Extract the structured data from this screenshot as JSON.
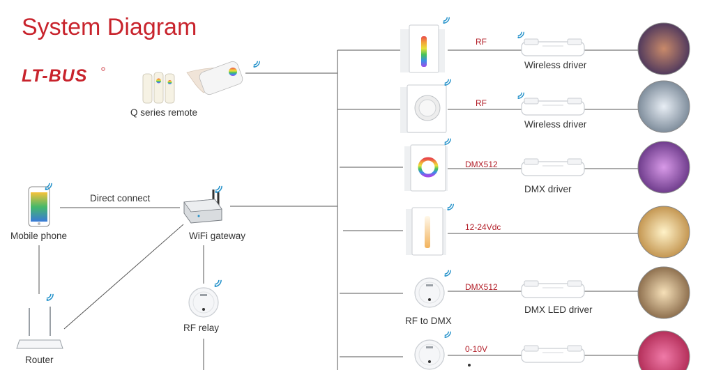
{
  "title": "System Diagram",
  "brand": "LT-BUS",
  "colors": {
    "title_red": "#c8232c",
    "line": "#555555",
    "protocol_red": "#b3202a",
    "wifi_blue": "#1f8fc9"
  },
  "devices": {
    "remote": "Q series remote",
    "phone": "Mobile phone",
    "router": "Router",
    "gateway": "WiFi gateway",
    "relay": "RF relay",
    "rf_to_dmx": "RF to DMX"
  },
  "links": {
    "direct_connect": "Direct connect"
  },
  "rows": [
    {
      "protocol": "RF",
      "driver": "Wireless driver"
    },
    {
      "protocol": "RF",
      "driver": "Wireless driver"
    },
    {
      "protocol": "DMX512",
      "driver": "DMX driver"
    },
    {
      "protocol": "12-24Vdc",
      "driver": ""
    },
    {
      "protocol": "DMX512",
      "driver": "DMX LED driver"
    },
    {
      "protocol": "0-10V",
      "driver": ""
    }
  ]
}
